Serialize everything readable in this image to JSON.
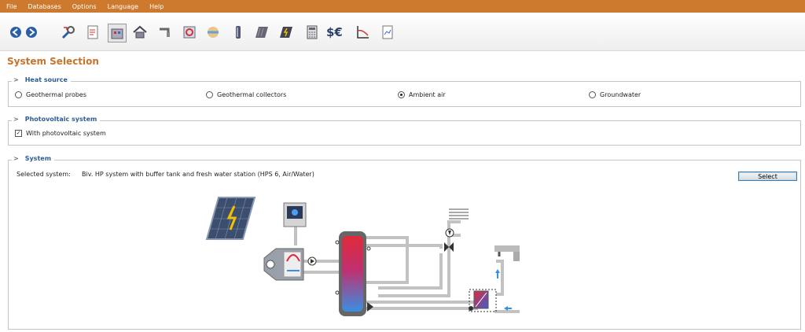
{
  "menu": [
    "File",
    "Databases",
    "Options",
    "Language",
    "Help"
  ],
  "toolbar_icons": [
    "back-icon",
    "forward-icon",
    "wrench-icon",
    "document-icon",
    "building-icon",
    "house-icon",
    "tap-icon",
    "heat-pump-icon",
    "globe-icon",
    "storage-tank-icon",
    "solar-collector-icon",
    "pv-module-icon",
    "calculator-icon",
    "currency-icon",
    "graph-icon",
    "report-icon"
  ],
  "page_title": "System Selection",
  "heat_source": {
    "legend": "Heat source",
    "options": [
      "Geothermal probes",
      "Geothermal collectors",
      "Ambient air",
      "Groundwater"
    ],
    "selected": "Ambient air"
  },
  "photovoltaic": {
    "legend": "Photovoltaic system",
    "checkbox_label": "With photovoltaic system",
    "checked": true
  },
  "system": {
    "legend": "System",
    "selected_label": "Selected system:",
    "selected_value": "Biv. HP system with buffer tank and fresh water station (HPS 6, Air/Water)",
    "select_button": "Select"
  },
  "colors": {
    "menubar": "#cd7a2e",
    "title": "#c8742a",
    "legend": "#2d5c94",
    "hot": "#e02a3a",
    "cold": "#3a8fe0"
  }
}
